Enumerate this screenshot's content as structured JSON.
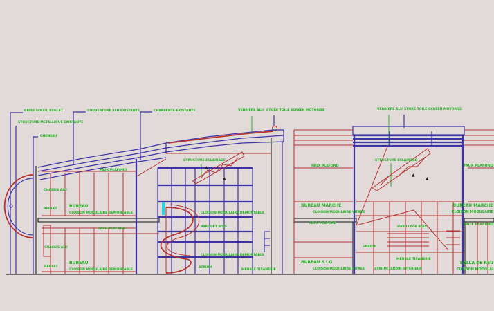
{
  "drawing": {
    "colors": {
      "background": "#e2d9d9",
      "structure": "#3b33a6",
      "partition": "#b83232",
      "annotation": "#1fb01f"
    },
    "labels": {
      "brise_soleil": "BRISE SOLEIL REGLET",
      "structure_metallique": "STRUCTURE METALLIQUE EXISTANTE",
      "cheneau": "CHENEAU",
      "couverture": "COUVERTURE ALU EXISTANTE",
      "charpente": "CHARPENTE EXISTANTE",
      "verriere_1": "VERRIERE ALU",
      "store_1": "STORE TOILE SCREEN MOTORISE",
      "verriere_2": "VERRIERE ALU",
      "store_2": "STORE TOILE SCREEN MOTORISE",
      "faux_plafond_1": "FAUX PLAFOND",
      "structure_eclairage_1": "STRUCTURE ECLAIRAGE",
      "faux_plafond_2": "FAUX PLAFOND",
      "structure_eclairage_2": "STRUCTURE ECLAIRAGE",
      "faux_plafond_3": "FAUX PLAFOND",
      "chassis_1": "CHASSIS ALU",
      "reglet_1": "REGLET",
      "bureau_1": "BUREAU",
      "cloison_1": "CLOISON MODULAIRE DEMONTABLE",
      "faux_plafond_4": "FAUX PLAFOND",
      "chassis_2": "CHASSIS ALU",
      "reglet_2": "REGLET",
      "bureau_2": "BUREAU",
      "cloison_2": "CLOISON MODULAIRE DEMONTABLE",
      "cloison_3": "CLOISON MODULAIRE DEMONTABLE",
      "parquet": "PARQUET BOIS",
      "cloison_4": "CLOISON MODULAIRE DEMONTABLE",
      "atrium": "ATRIUM",
      "meuble_1": "MEUBLE TISANERIE",
      "bureau_marche_1": "BUREAU MARCHE",
      "cloison_vitree_1": "CLOISON MODULAIRE VITREE",
      "faux_plafond_5": "FAUX PLAFOND",
      "bureau_sig": "BUREAU S I G",
      "cloison_vitree_2": "CLOISON MODULAIRE VITREE",
      "habillage": "HABILLAGE BOIS",
      "gradin": "GRADIN",
      "meuble_2": "MEUBLE TISANERIE",
      "atrium_jardin": "ATRIUM JARDIN INTERIEUR",
      "bureau_marche_2": "BUREAU MARCHE",
      "cloison_5": "CLOISON MODULAIRE",
      "faux_plafond_6": "FAUX PLAFOND",
      "salle_reunion": "SALLA DE REU",
      "cloison_6": "CLOISON MODULAI"
    }
  }
}
